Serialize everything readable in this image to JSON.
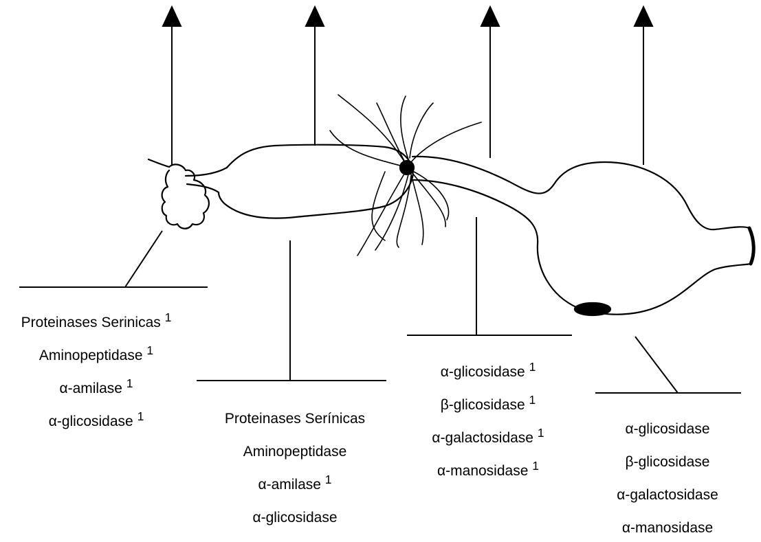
{
  "diagram": {
    "regions": [
      {
        "id": "crop",
        "enzymes": [
          {
            "text": "Proteinases Serinicas",
            "sup": "1"
          },
          {
            "text": "Aminopeptidase",
            "sup": "1"
          },
          {
            "text": "α-amilase",
            "sup": "1"
          },
          {
            "text": "α-glicosidase",
            "sup": "1"
          }
        ]
      },
      {
        "id": "midgut",
        "enzymes": [
          {
            "text": "Proteinases Serínicas",
            "sup": ""
          },
          {
            "text": "Aminopeptidase",
            "sup": ""
          },
          {
            "text": "α-amilase",
            "sup": "1"
          },
          {
            "text": "α-glicosidase",
            "sup": ""
          }
        ]
      },
      {
        "id": "hindgut",
        "enzymes": [
          {
            "text": "α-glicosidase",
            "sup": "1"
          },
          {
            "text": "β-glicosidase",
            "sup": "1"
          },
          {
            "text": "α-galactosidase",
            "sup": "1"
          },
          {
            "text": "α-manosidase",
            "sup": "1"
          }
        ]
      },
      {
        "id": "rectum",
        "enzymes": [
          {
            "text": "α-glicosidase",
            "sup": ""
          },
          {
            "text": "β-glicosidase",
            "sup": ""
          },
          {
            "text": "α-galactosidase",
            "sup": ""
          },
          {
            "text": "α-manosidase",
            "sup": ""
          }
        ]
      }
    ]
  }
}
